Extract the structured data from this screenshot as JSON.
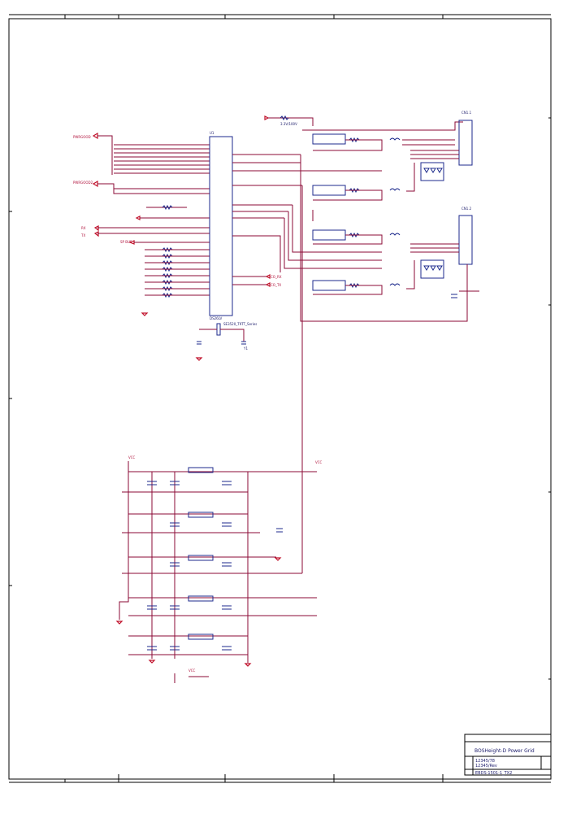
{
  "title_block": {
    "title": "BOSHeight-D Power Grid",
    "line2": "12345/78",
    "line3": "12345/Rev",
    "line4": "EBDS-1501-1_TX2"
  },
  "net_labels": {
    "top_left_1": "PWRGOOD",
    "top_left_2": "PWRGOOD2",
    "left_mid_1": "RX",
    "left_mid_2": "TX",
    "left_bus": "SP BUS",
    "right_1": "CO_RX",
    "right_2": "CO_TX",
    "power_top": "VCC",
    "rail_low": "VCC",
    "vcc_small": "VCC"
  },
  "component_labels": {
    "u_main": "U1",
    "u_main_part": "DS26LV",
    "xtal": "Y1",
    "xtal_part": "SE3520_T9TT_Series",
    "jack1": "CN1.1",
    "jack2": "CN1.2",
    "ref_top": "3.3V/100V"
  },
  "colors": {
    "wire": "#8b0a35",
    "part": "#1c2a8c",
    "frame": "#000000",
    "ground": "#c0102a"
  }
}
